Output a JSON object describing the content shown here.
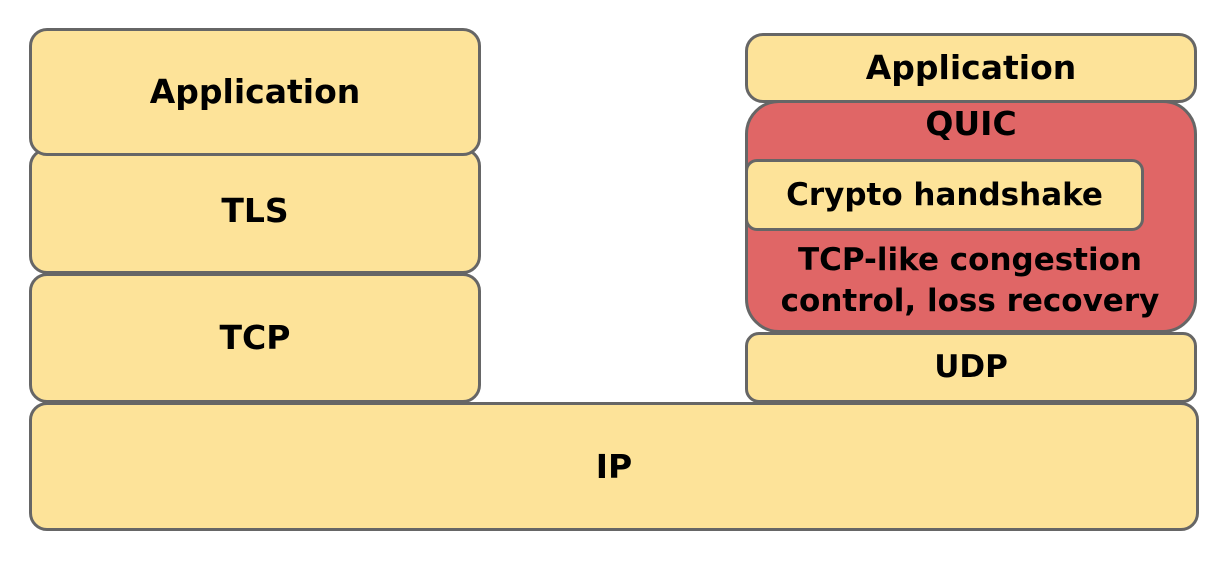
{
  "tcp_stack": {
    "application": "Application",
    "tls": "TLS",
    "tcp": "TCP"
  },
  "quic_stack": {
    "application": "Application",
    "quic": "QUIC",
    "crypto_handshake": "Crypto handshake",
    "congestion_line1": "TCP-like congestion",
    "congestion_line2": "control, loss recovery",
    "udp": "UDP"
  },
  "ip": "IP",
  "colors": {
    "layer_fill": "#fde399",
    "quic_fill": "#e06666",
    "border": "#666666"
  }
}
